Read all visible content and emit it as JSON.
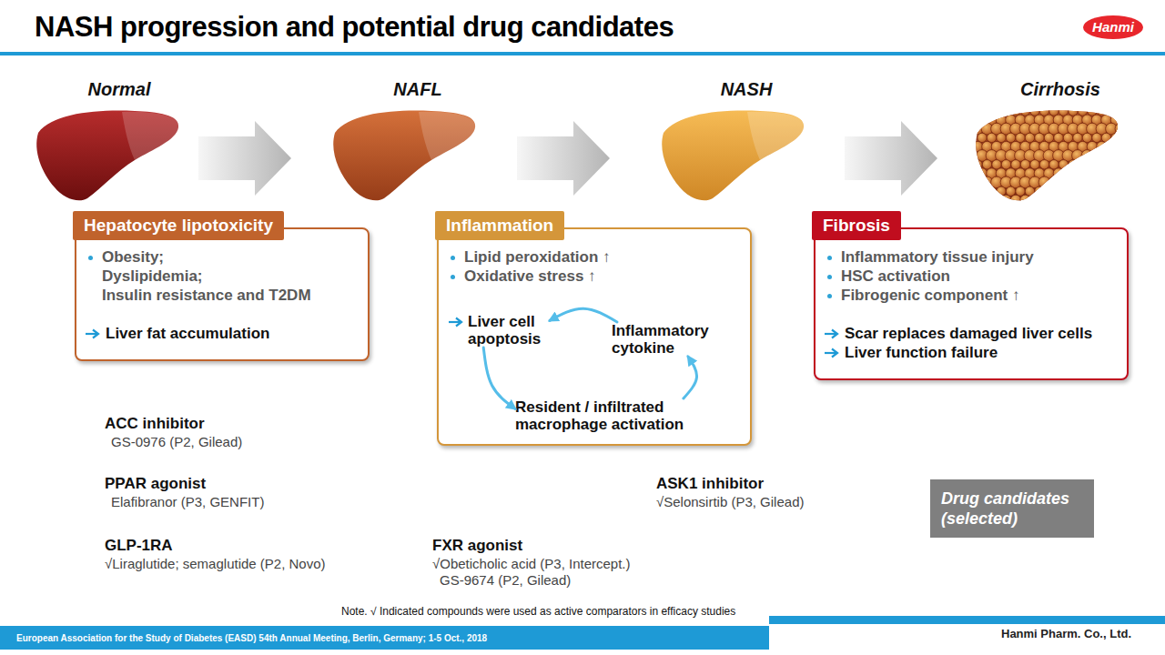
{
  "diagram": {
    "title": "NASH progression and potential drug candidates",
    "nodes": [
      {
        "text": [
          "Hepatocyte lipotoxicity",
          "Obesity;",
          "Dyslipidemia;",
          "Insulin resistance and T2DM",
          "Liver fat accumulation"
        ]
      },
      {
        "text": [
          "Inflammation",
          "Lipid peroxidation ↑",
          "Oxidative stress ↑"
        ]
      },
      {
        "text": [
          "Liver cell apoptosis"
        ],
        "in": 1
      },
      {
        "text": [
          "Inflammatory cytokine"
        ],
        "in": 1
      },
      {
        "text": [
          "Resident / infiltrated macrophage activation"
        ],
        "in": 1
      },
      {
        "text": [
          "Fibrosis",
          "Inflammatory tissue injury",
          "HSC activation",
          "Fibrogenic component ↑",
          "Scar replaces damaged liver cells",
          "Liver function failure"
        ]
      },
      {
        "text": [
          "Drug candidates (selected)"
        ]
      }
    ],
    "edges": [
      {
        "from": 3,
        "to": 2,
        "arrow": "to"
      },
      {
        "from": 2,
        "to": 4,
        "arrow": "to"
      },
      {
        "from": 4,
        "to": 3,
        "arrow": "to"
      }
    ],
    "labels": [
      "Hanmi",
      "Normal",
      "NAFL",
      "NASH",
      "Cirrhosis",
      "ACC inhibitor",
      "GS-0976 (P2, Gilead)",
      "PPAR agonist",
      "Elafibranor (P3, GENFIT)",
      "GLP-1RA",
      "√Liraglutide; semaglutide (P2, Novo)",
      "FXR agonist",
      "√Obeticholic acid (P3, Intercept.)",
      "GS-9674 (P2, Gilead)",
      "ASK1 inhibitor",
      "√Selonsirtib (P3, Gilead)",
      "Note. √ Indicated compounds were used as active comparators in efficacy studies",
      "European Association for the Study of Diabetes (EASD) 54th Annual Meeting, Berlin, Germany; 1-5 Oct., 2018",
      "Hanmi Pharm. Co., Ltd."
    ]
  }
}
